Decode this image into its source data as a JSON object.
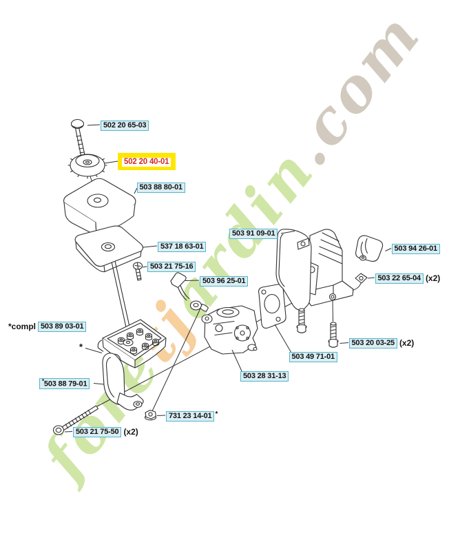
{
  "watermark": {
    "full_text": "foretjardin.com",
    "seg_green_1": "fore",
    "seg_orange": "tj",
    "seg_green_2": "ardin",
    "seg_beige": ".com"
  },
  "notes": {
    "compl_prefix": "*compl",
    "floating_asterisk": "*"
  },
  "parts": [
    {
      "id": "502-20-65-03",
      "number": "502 20 65-03"
    },
    {
      "id": "502-20-40-01",
      "number": "502 20 40-01",
      "highlighted": true
    },
    {
      "id": "503-88-80-01",
      "number": "503 88 80-01"
    },
    {
      "id": "537-18-63-01",
      "number": "537 18 63-01"
    },
    {
      "id": "503-21-75-16",
      "number": "503 21 75-16"
    },
    {
      "id": "503-96-25-01",
      "number": "503 96 25-01"
    },
    {
      "id": "503-91-09-01",
      "number": "503 91 09-01"
    },
    {
      "id": "503-94-26-01",
      "number": "503 94 26-01"
    },
    {
      "id": "503-22-65-04",
      "number": "503 22 65-04",
      "suffix": "(x2)"
    },
    {
      "id": "503-20-03-25",
      "number": "503 20 03-25",
      "suffix": "(x2)"
    },
    {
      "id": "503-49-71-01",
      "number": "503 49 71-01"
    },
    {
      "id": "503-28-31-13",
      "number": "503 28 31-13"
    },
    {
      "id": "503-89-03-01",
      "number": "503 89 03-01"
    },
    {
      "id": "503-88-79-01",
      "number": "503 88 79-01",
      "prefix": "*"
    },
    {
      "id": "731-23-14-01",
      "number": "731 23 14-01",
      "suffix": "*"
    },
    {
      "id": "503-21-75-50",
      "number": "503 21 75-50",
      "suffix": "(x2)"
    }
  ],
  "colors": {
    "label_background": "#daedf3",
    "label_border": "#52b5cb",
    "highlight_background": "#ffe600",
    "highlight_text": "#d42a1e",
    "line_art": "#2f2f2f",
    "watermark_green": "#cbe49d",
    "watermark_orange": "#f7cb94",
    "watermark_beige": "#cec5b7"
  }
}
